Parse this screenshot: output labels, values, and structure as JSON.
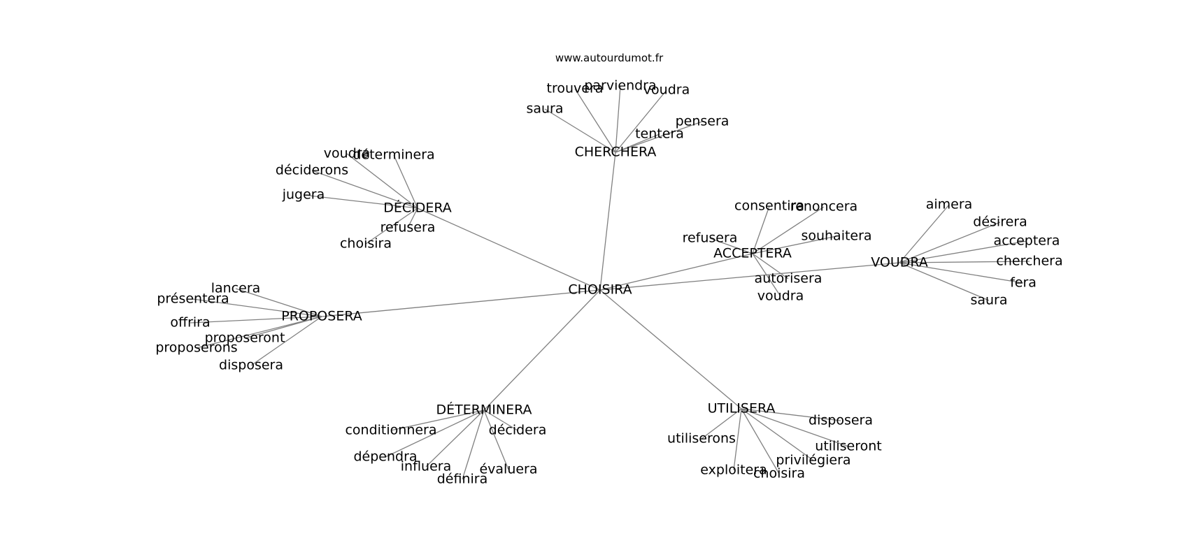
{
  "source": "www.autourdumot.fr",
  "colors": {
    "edge": "#808080",
    "text": "#000000",
    "background": "#ffffff"
  },
  "center": "CHOISIRA",
  "groups": [
    {
      "hub": "CHERCHERA",
      "leaves": [
        "saura",
        "trouvera",
        "parviendra",
        "voudra",
        "pensera",
        "tentera"
      ]
    },
    {
      "hub": "DÉCIDERA",
      "leaves": [
        "voudra",
        "déterminera",
        "déciderons",
        "jugera",
        "refusera",
        "choisira"
      ]
    },
    {
      "hub": "ACCEPTERA",
      "leaves": [
        "consentira",
        "renoncera",
        "refusera",
        "souhaitera",
        "autorisera",
        "voudra"
      ]
    },
    {
      "hub": "VOUDRA",
      "leaves": [
        "aimera",
        "désirera",
        "acceptera",
        "cherchera",
        "fera",
        "saura"
      ]
    },
    {
      "hub": "PROPOSERA",
      "leaves": [
        "lancera",
        "présentera",
        "offrira",
        "proposeront",
        "proposerons",
        "disposera"
      ]
    },
    {
      "hub": "DÉTERMINERA",
      "leaves": [
        "conditionnera",
        "décidera",
        "dépendra",
        "influera",
        "définira",
        "évaluera"
      ]
    },
    {
      "hub": "UTILISERA",
      "leaves": [
        "disposera",
        "utiliserons",
        "utiliseront",
        "privilégiera",
        "exploitera",
        "choisira"
      ]
    }
  ]
}
